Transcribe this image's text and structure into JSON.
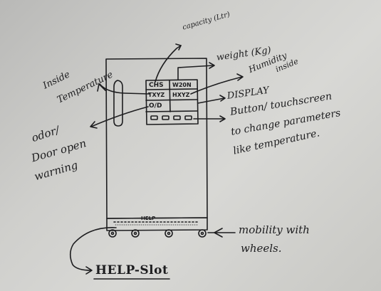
{
  "labels": {
    "capacity": "capacity (Ltr)",
    "weight": "weight (Kg)",
    "humidity_line1": "Humidity",
    "humidity_line2": "inside",
    "inside_temp_line1": "Inside",
    "inside_temp_line2": "Temperature",
    "display": "DISPLAY",
    "buttons_line1": "Button/ touchscreen",
    "buttons_line2": "to change parameters",
    "buttons_line3": "like temperature.",
    "odor_line1": "odor/",
    "odor_line2": "Door open",
    "odor_line3": "warning",
    "mobility_line1": "mobility with",
    "mobility_line2": "wheels.",
    "help_slot": "HELP-Slot",
    "help_on_base": "HELP"
  },
  "panel": {
    "capacity_value": "CHS",
    "weight_value": "W20N",
    "temperature_value": "TXYZ",
    "humidity_value": "HXYZ",
    "odor_value": "O/D"
  },
  "colors": {
    "ink": "#1d1d1f",
    "paper": "#d0d0cd"
  }
}
